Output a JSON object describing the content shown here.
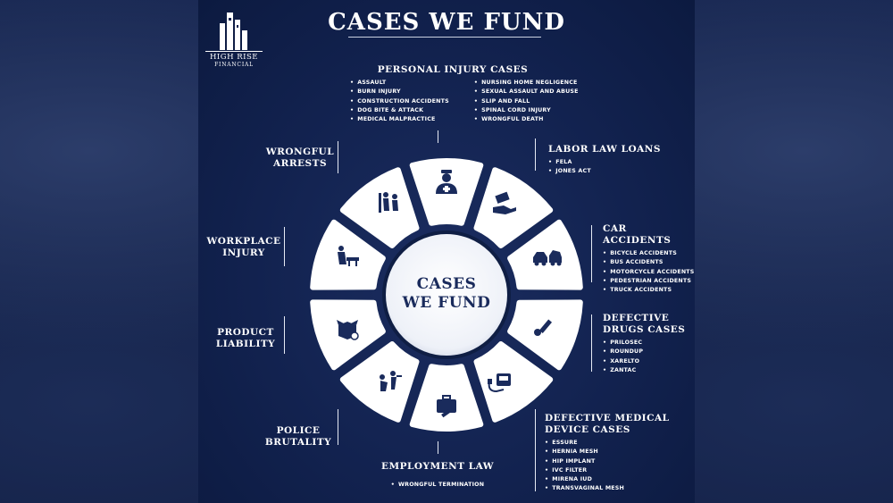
{
  "title": "CASES WE FUND",
  "logo": {
    "line1": "HIGH RISE",
    "line2": "FINANCIAL"
  },
  "center": {
    "line1": "CASES",
    "line2": "WE FUND"
  },
  "colors": {
    "background": "#12224f",
    "segment": "#ffffff",
    "icon": "#1a2b5c",
    "text": "#ffffff"
  },
  "sections": {
    "personal_injury": {
      "heading": "PERSONAL INJURY CASES",
      "col1": [
        "ASSAULT",
        "BURN INJURY",
        "CONSTRUCTION ACCIDENTS",
        "DOG BITE & ATTACK",
        "MEDICAL MALPRACTICE"
      ],
      "col2": [
        "NURSING HOME NEGLIGENCE",
        "SEXUAL ASSAULT AND ABUSE",
        "SLIP AND FALL",
        "SPINAL CORD INJURY",
        "WRONGFUL DEATH"
      ],
      "icon": "nurse-icon"
    },
    "labor_law": {
      "heading": "LABOR LAW LOANS",
      "items": [
        "FELA",
        "JONES ACT"
      ],
      "icon": "money-hand-icon"
    },
    "car_accidents": {
      "heading": "CAR ACCIDENTS",
      "items": [
        "BICYCLE ACCIDENTS",
        "BUS ACCIDENTS",
        "MOTORCYCLE ACCIDENTS",
        "PEDESTRIAN ACCIDENTS",
        "TRUCK ACCIDENTS"
      ],
      "icon": "car-crash-icon"
    },
    "defective_drugs": {
      "heading1": "DEFECTIVE",
      "heading2": "DRUGS CASES",
      "items": [
        "PRILOSEC",
        "ROUNDUP",
        "XARELTO",
        "ZANTAC"
      ],
      "icon": "syringe-pill-icon"
    },
    "defective_device": {
      "heading1": "DEFECTIVE MEDICAL",
      "heading2": "DEVICE CASES",
      "items": [
        "ESSURE",
        "HERNIA MESH",
        "HIP IMPLANT",
        "IVC FILTER",
        "MIRENA IUD",
        "TRANSVAGINAL MESH"
      ],
      "icon": "medical-device-icon"
    },
    "employment_law": {
      "heading": "EMPLOYMENT LAW",
      "items": [
        "WRONGFUL TERMINATION"
      ],
      "icon": "briefcase-gavel-icon"
    },
    "police_brutality": {
      "heading1": "POLICE",
      "heading2": "BRUTALITY",
      "icon": "police-icon"
    },
    "product_liability": {
      "heading1": "PRODUCT",
      "heading2": "LIABILITY",
      "icon": "product-box-icon"
    },
    "workplace_injury": {
      "heading1": "WORKPLACE",
      "heading2": "INJURY",
      "icon": "worker-injury-icon"
    },
    "wrongful_arrests": {
      "heading1": "WRONGFUL",
      "heading2": "ARRESTS",
      "icon": "arrest-icon"
    }
  }
}
